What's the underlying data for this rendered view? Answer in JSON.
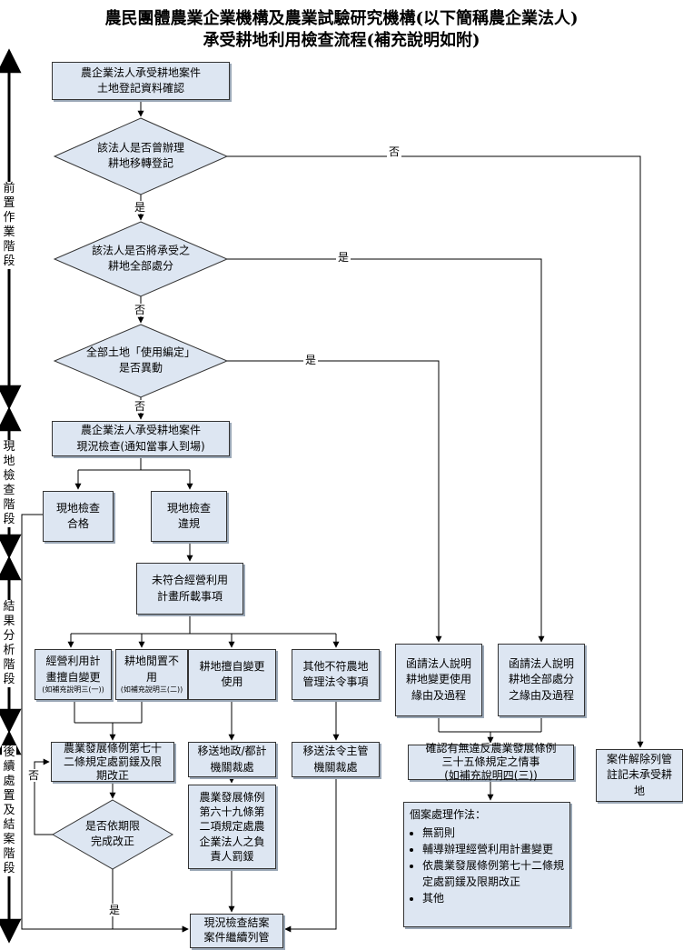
{
  "header": {
    "title_line1": "農民團體農業企業機構及農業試驗研究機構(以下簡稱農企業法人)",
    "title_line2": "承受耕地利用檢查流程(補充說明如附)"
  },
  "stages": {
    "pre": "前置作業階段",
    "onsite": "現地檢查階段",
    "analysis": "結果分析階段",
    "followup": "後續處置及結案階段"
  },
  "nodes": {
    "start": [
      "農企業法人承受耕地案件",
      "土地登記資料確認"
    ],
    "q1": [
      "該法人是否曾辦理",
      "耕地移轉登記"
    ],
    "q2": [
      "該法人是否將承受之",
      "耕地全部處分"
    ],
    "q3": [
      "全部土地「使用編定」",
      "是否異動"
    ],
    "inspect": [
      "農企業法人承受耕地案件",
      "現況檢查(通知當事人到場)"
    ],
    "pass": [
      "現地檢查",
      "合格"
    ],
    "violate": [
      "現地檢查",
      "違規"
    ],
    "mismatch": [
      "未符合經營利用",
      "計畫所載事項"
    ],
    "v1": [
      "經營利用計",
      "畫擅自變更"
    ],
    "v1_note": "(如補充說明三(一))",
    "v2": [
      "耕地閒置不",
      "用"
    ],
    "v2_note": "(如補充說明三(二))",
    "v3": [
      "耕地擅自變更",
      "使用"
    ],
    "v4": [
      "其他不符農地",
      "管理法令事項"
    ],
    "r_usage": [
      "函請法人說明",
      "耕地變更使用",
      "緣由及過程"
    ],
    "r_dispose": [
      "函請法人說明",
      "耕地全部處分",
      "之緣由及過程"
    ],
    "penalty72": [
      "農業發展條例第七十",
      "二條規定處罰鍰及限",
      "期改正"
    ],
    "q_deadline": [
      "是否依期限",
      "完成改正"
    ],
    "transfer_land": [
      "移送地政/都計",
      "機關裁處"
    ],
    "transfer_law": [
      "移送法令主管",
      "機關裁處"
    ],
    "penalty69": [
      "農業發展條例",
      "第六十九條第",
      "二項規定處農",
      "企業法人之負",
      "責人罰鍰"
    ],
    "confirm35": [
      "確認有無違反農業發展條例",
      "三十五條規定之情事",
      "(如補充說明四(三))"
    ],
    "cancel": [
      "案件解除列管",
      "註記未承受耕",
      "地"
    ],
    "close": [
      "現況檢查結案",
      "案件繼續列管"
    ]
  },
  "case_handling": {
    "heading": "個案處理作法：",
    "items": [
      "無罰則",
      "輔導辦理經營利用計畫變更",
      "依農業發展條例第七十二條規定處罰鍰及限期改正",
      "其他"
    ]
  },
  "edge_labels": {
    "q1_no": "否",
    "q1_yes": "是",
    "q2_yes": "是",
    "q2_no": "否",
    "q3_yes": "是",
    "q3_no": "否",
    "qd_no": "否",
    "qd_yes": "是"
  }
}
